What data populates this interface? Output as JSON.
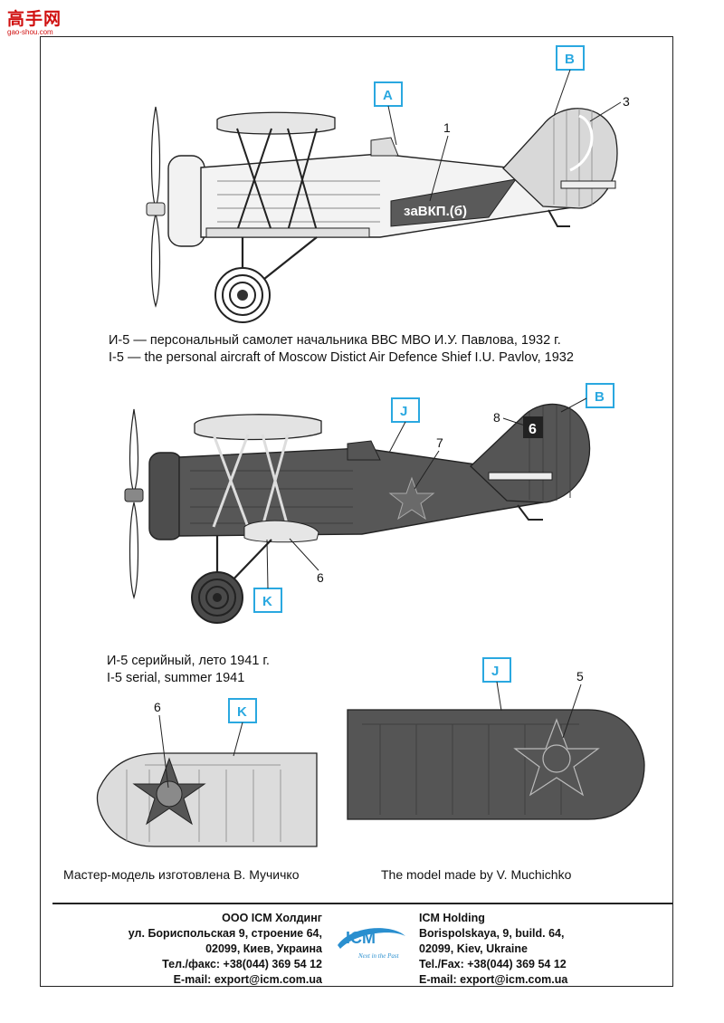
{
  "watermark": {
    "title": "高手网",
    "url": "gao-shou.com"
  },
  "top_aircraft": {
    "labels": {
      "a": "A",
      "b": "B"
    },
    "callouts": {
      "c1": "1",
      "c3": "3"
    },
    "fuselage_text": "зaВКП.(б)",
    "caption_ru": "И-5 — персональный самолет начальника ВВС МВО И.У. Павлова, 1932 г.",
    "caption_en": "I-5 — the personal aircraft of Moscow Distict Air Defence Shief I.U. Pavlov, 1932"
  },
  "middle_aircraft": {
    "labels": {
      "j": "J",
      "b": "B",
      "k": "K"
    },
    "callouts": {
      "c6": "6",
      "c7": "7",
      "c8": "8"
    },
    "tail_number": "6",
    "caption_ru": "И-5 серийный, лето 1941 г.",
    "caption_en": "I-5 serial, summer 1941"
  },
  "lower_wing": {
    "label": "K",
    "callout": "6"
  },
  "upper_wing": {
    "label": "J",
    "callout": "5"
  },
  "credits": {
    "ru": "Мастер-модель изготовлена В. Мучичко",
    "en": "The model made by V. Muchichko"
  },
  "footer": {
    "left": [
      "ООО ICM Холдинг",
      "ул. Бориспольская 9, строение 64,",
      "02099, Киев, Украина",
      "Тел./факс: +38(044) 369 54 12",
      "E-mail: export@icm.com.ua"
    ],
    "right": [
      "ICM Holding",
      "Borispolskaya, 9, build. 64,",
      "02099, Kiev, Ukraine",
      "Tel./Fax: +38(044) 369 54 12",
      "E-mail: export@icm.com.ua"
    ],
    "logo_text": "ICM",
    "logo_tagline": "Next in the Past"
  },
  "colors": {
    "label_blue": "#2aa8e0",
    "dark_grey": "#555555",
    "light_grey": "#d8d8d8"
  }
}
